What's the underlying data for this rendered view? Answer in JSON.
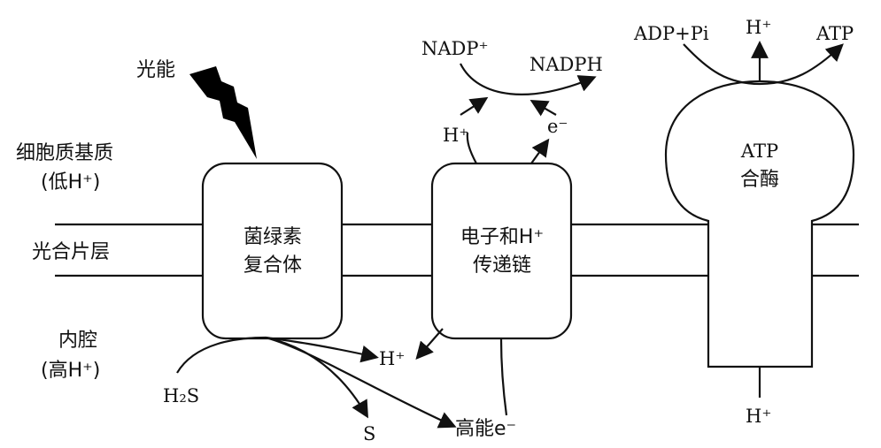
{
  "labels": {
    "light_energy": "光能",
    "stroma": "细胞质基质",
    "stroma_note": "(低H⁺)",
    "thylakoid": "光合片层",
    "lumen": "内腔",
    "lumen_note": "(高H⁺)",
    "complex_line1": "菌绿素",
    "complex_line2": "复合体",
    "chain_line1": "电子和H⁺",
    "chain_line2": "传递链",
    "atp_line1": "ATP",
    "atp_line2": "合酶",
    "nadp": "NADP⁺",
    "nadph": "NADPH",
    "h_top": "H⁺",
    "e_top": "e⁻",
    "adp_pi": "ADP+Pi",
    "h_out": "H⁺",
    "atp": "ATP",
    "h_lumen": "H⁺",
    "h_bottom": "H⁺",
    "h2s": "H₂S",
    "s": "S",
    "high_energy_e": "高能e⁻"
  }
}
